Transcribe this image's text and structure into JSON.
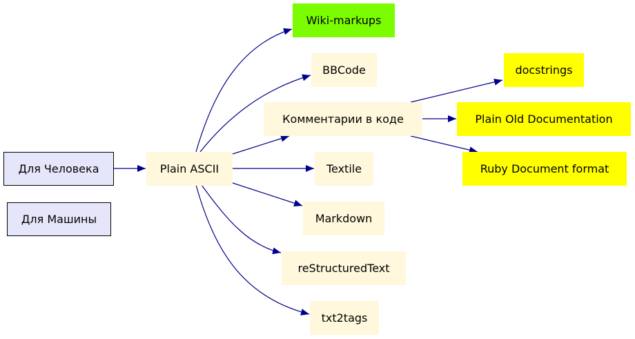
{
  "colors": {
    "edge": "#00008b",
    "human_fill": "#e6e6fa",
    "plain_fill": "#fff8dc",
    "wiki_fill": "#7cfc00",
    "code_fill": "#ffff00"
  },
  "nodes": {
    "human": "Для Человека",
    "machine": "Для Машины",
    "plain_ascii": "Plain ASCII",
    "wiki_markups": "Wiki-markups",
    "bbcode": "BBCode",
    "code_comments": "Комментарии в коде",
    "textile": "Textile",
    "markdown": "Markdown",
    "restructuredtext": "reStructuredText",
    "txt2tags": "txt2tags",
    "docstrings": "docstrings",
    "pod": "Plain Old Documentation",
    "rdoc": "Ruby Document format"
  },
  "edges": [
    {
      "from": "human",
      "to": "plain_ascii"
    },
    {
      "from": "plain_ascii",
      "to": "wiki_markups"
    },
    {
      "from": "plain_ascii",
      "to": "bbcode"
    },
    {
      "from": "plain_ascii",
      "to": "code_comments"
    },
    {
      "from": "plain_ascii",
      "to": "textile"
    },
    {
      "from": "plain_ascii",
      "to": "markdown"
    },
    {
      "from": "plain_ascii",
      "to": "restructuredtext"
    },
    {
      "from": "plain_ascii",
      "to": "txt2tags"
    },
    {
      "from": "code_comments",
      "to": "docstrings"
    },
    {
      "from": "code_comments",
      "to": "pod"
    },
    {
      "from": "code_comments",
      "to": "rdoc"
    }
  ]
}
